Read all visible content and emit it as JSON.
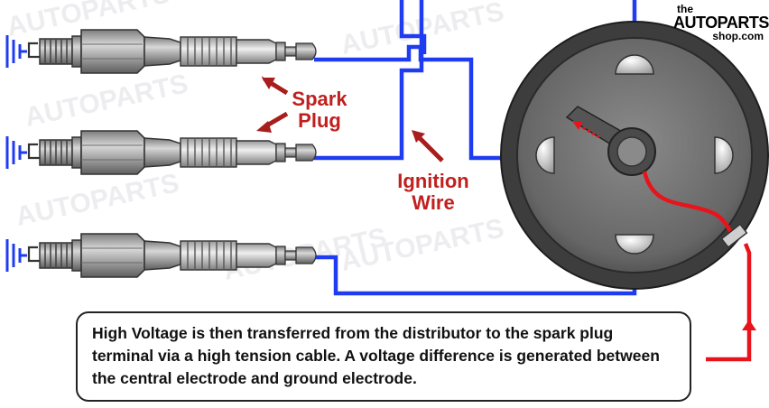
{
  "logo": {
    "line1": "the",
    "line2": "AUTOPARTS",
    "line3": "shop.com"
  },
  "labels": {
    "spark_plug": [
      "Spark",
      "Plug"
    ],
    "ignition_wire": [
      "Ignition",
      "Wire"
    ]
  },
  "caption": "High Voltage is then transferred from the distributor to the spark plug terminal via a high tension cable. A voltage difference is generated between the central electrode and ground electrode.",
  "colors": {
    "wire_blue": "#1f3cf0",
    "hv_red": "#e8141c",
    "label_red": "#c0201e",
    "distributor_dark": "#404040",
    "distributor_mid": "#6f6f6f",
    "plug_gray": "#9a9a9a"
  }
}
